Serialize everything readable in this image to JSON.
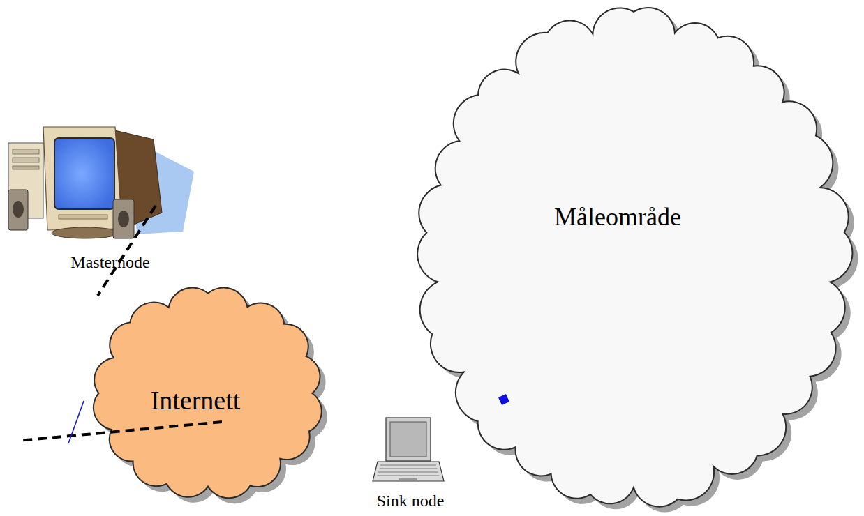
{
  "diagram": {
    "nodes": [
      {
        "text": [
          "Masternode"
        ]
      },
      {
        "text": [
          "Måleområde"
        ]
      },
      {
        "text": [
          "Internett"
        ]
      },
      {
        "text": [
          "Sink node"
        ]
      }
    ],
    "edges": [
      {
        "from": 0,
        "to": 2,
        "arrow": "none"
      },
      {
        "from": 2,
        "to": 3,
        "arrow": "none"
      },
      {
        "from": 3,
        "to": 1,
        "arrow": "none"
      }
    ]
  }
}
